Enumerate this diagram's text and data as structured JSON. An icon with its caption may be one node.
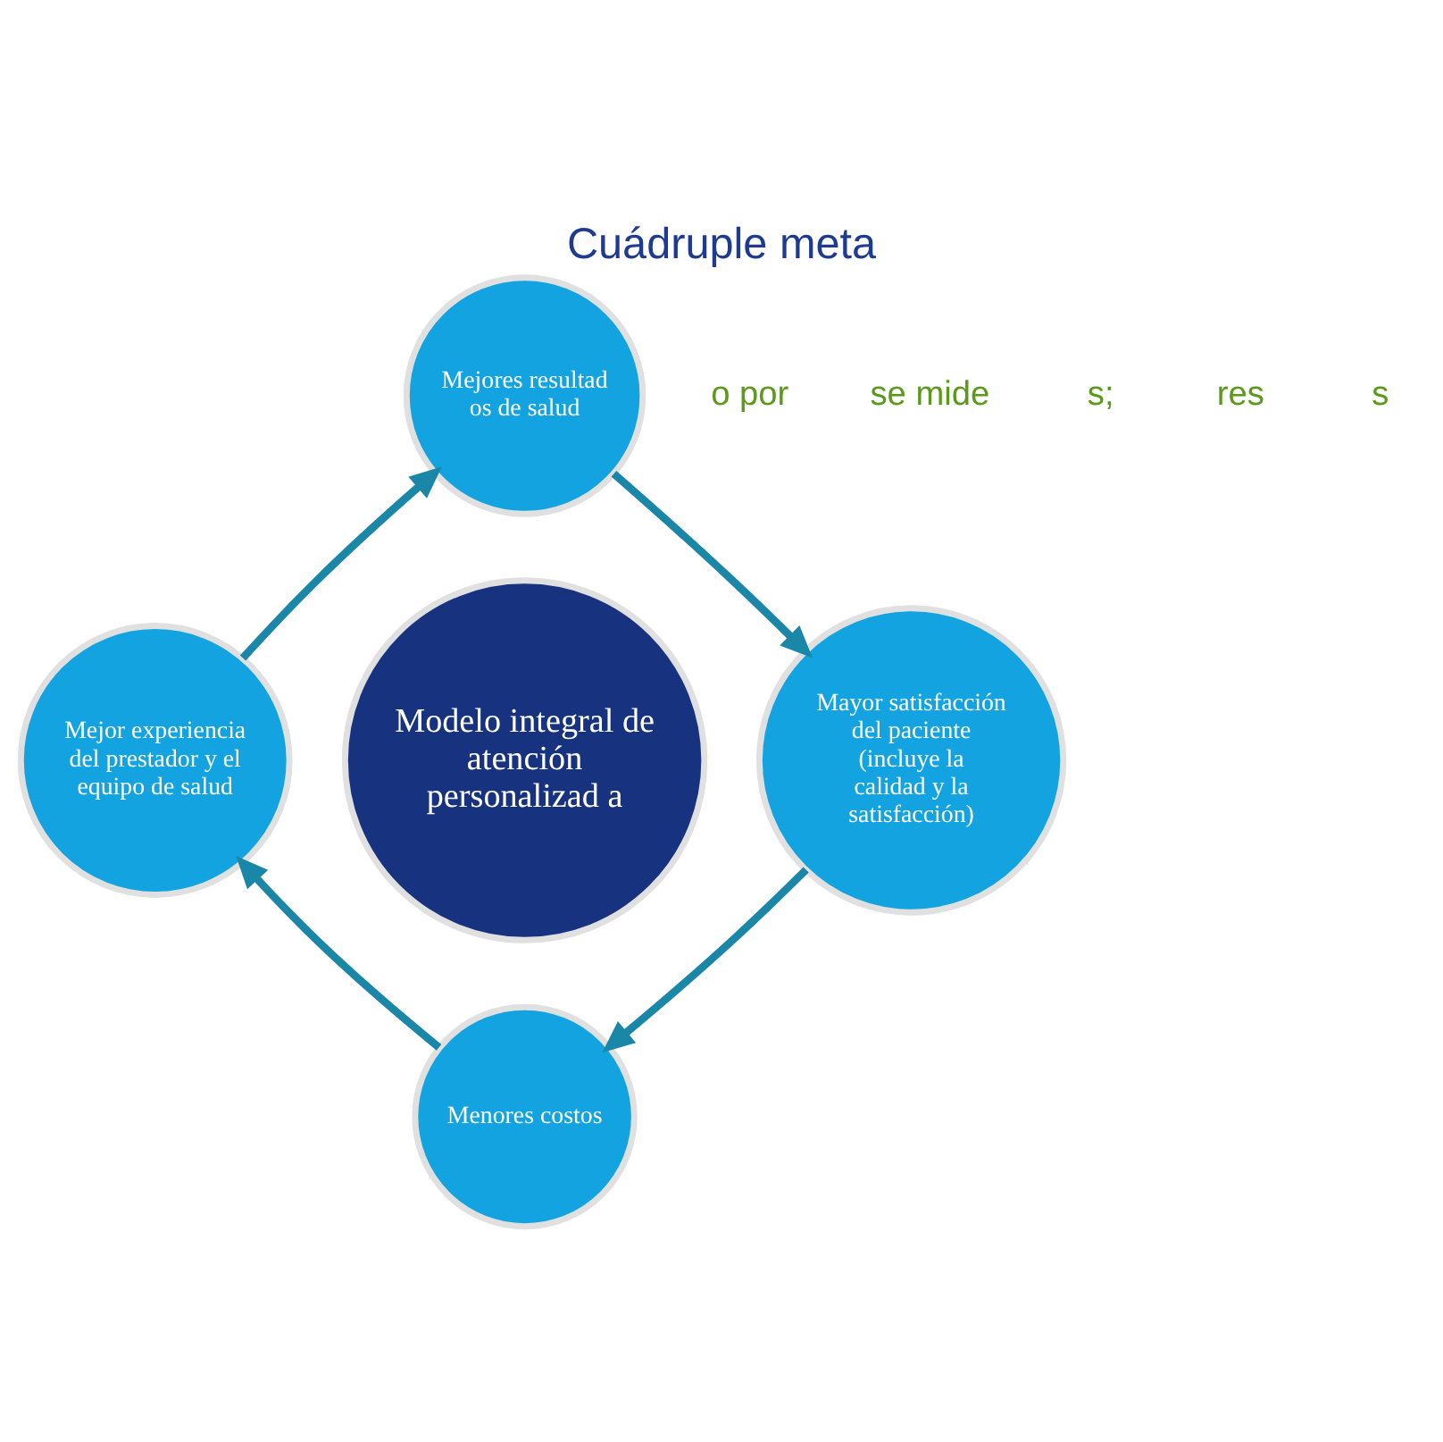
{
  "diagram": {
    "title": "Cuádruple meta",
    "nodes": [
      {
        "text": [
          "Mejores resultad os de salud"
        ]
      },
      {
        "text": [
          "Mejor experiencia del prestador y el equipo de salud"
        ]
      },
      {
        "text": [
          "Modelo integral de atención personalizad a"
        ]
      },
      {
        "text": [
          "Mayor satisfacción del paciente",
          "(incluye la calidad y la satisfacción)"
        ]
      },
      {
        "text": [
          "Menores costos"
        ]
      }
    ],
    "edges": [
      {
        "from": 0,
        "to": 3,
        "arrow": "to"
      },
      {
        "from": 3,
        "to": 4,
        "arrow": "to"
      },
      {
        "from": 4,
        "to": 1,
        "arrow": "to"
      },
      {
        "from": 1,
        "to": 0,
        "arrow": "to"
      }
    ],
    "labels": [
      "o por",
      "se mide",
      "s;",
      "res",
      "s"
    ]
  }
}
